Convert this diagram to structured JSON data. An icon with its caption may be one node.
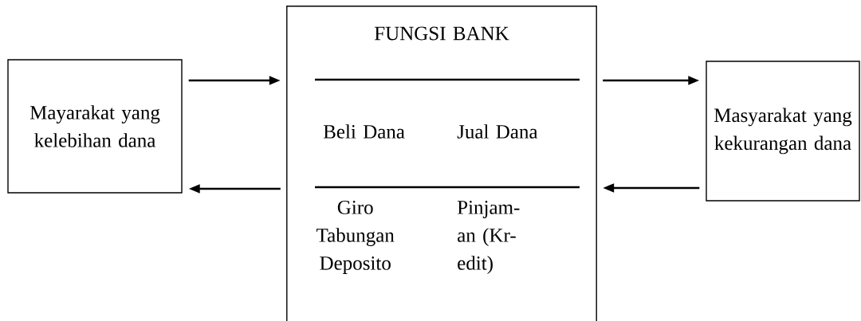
{
  "diagram": {
    "nodes": [
      {
        "text": [
          "Mayarakat yang kelebihan dana"
        ]
      },
      {
        "text": [
          "FUNGSI BANK",
          "Beli Dana",
          "Jual Dana",
          "Giro Tabungan Deposito",
          "Pinjam- an (Kr- edit)"
        ]
      },
      {
        "text": [
          "Masyarakat yang kekurangan dana"
        ]
      }
    ],
    "edges": [
      {
        "from": 0,
        "to": 1,
        "arrow": "to"
      },
      {
        "from": 1,
        "to": 0,
        "arrow": "to"
      },
      {
        "from": 1,
        "to": 2,
        "arrow": "to"
      },
      {
        "from": 2,
        "to": 1,
        "arrow": "to"
      }
    ]
  }
}
